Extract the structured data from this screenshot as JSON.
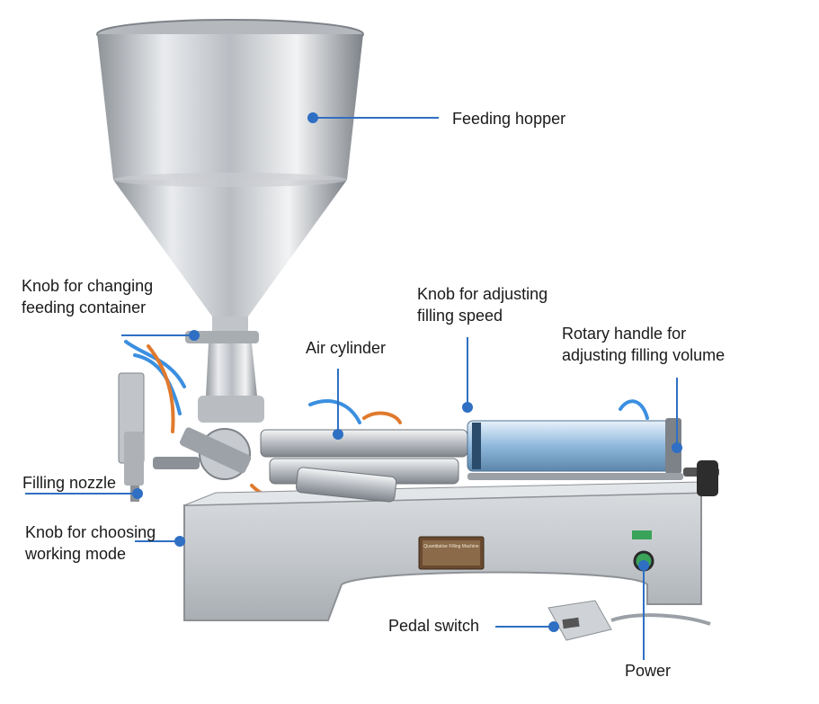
{
  "labels": {
    "feeding_hopper": "Feeding hopper",
    "knob_changing": [
      "Knob for changing",
      "feeding container"
    ],
    "knob_speed": [
      "Knob for adjusting",
      "filling speed"
    ],
    "rotary_handle": [
      "Rotary handle for",
      "adjusting filling volume"
    ],
    "air_cylinder": "Air cylinder",
    "filling_nozzle": "Filling nozzle",
    "knob_mode": [
      "Knob for choosing",
      "working mode"
    ],
    "pedal_switch": "Pedal switch",
    "power": "Power"
  },
  "nameplate": {
    "title": "Quantitative Filling Machine"
  },
  "colors": {
    "callout": "#2f6fc4",
    "text": "#1a1a1a",
    "steel_light": "#e6e8ea",
    "steel_dark": "#8d9196",
    "tube_blue": "#3b8fe0",
    "tube_orange": "#e07a2e",
    "button_green": "#3aa35a"
  }
}
